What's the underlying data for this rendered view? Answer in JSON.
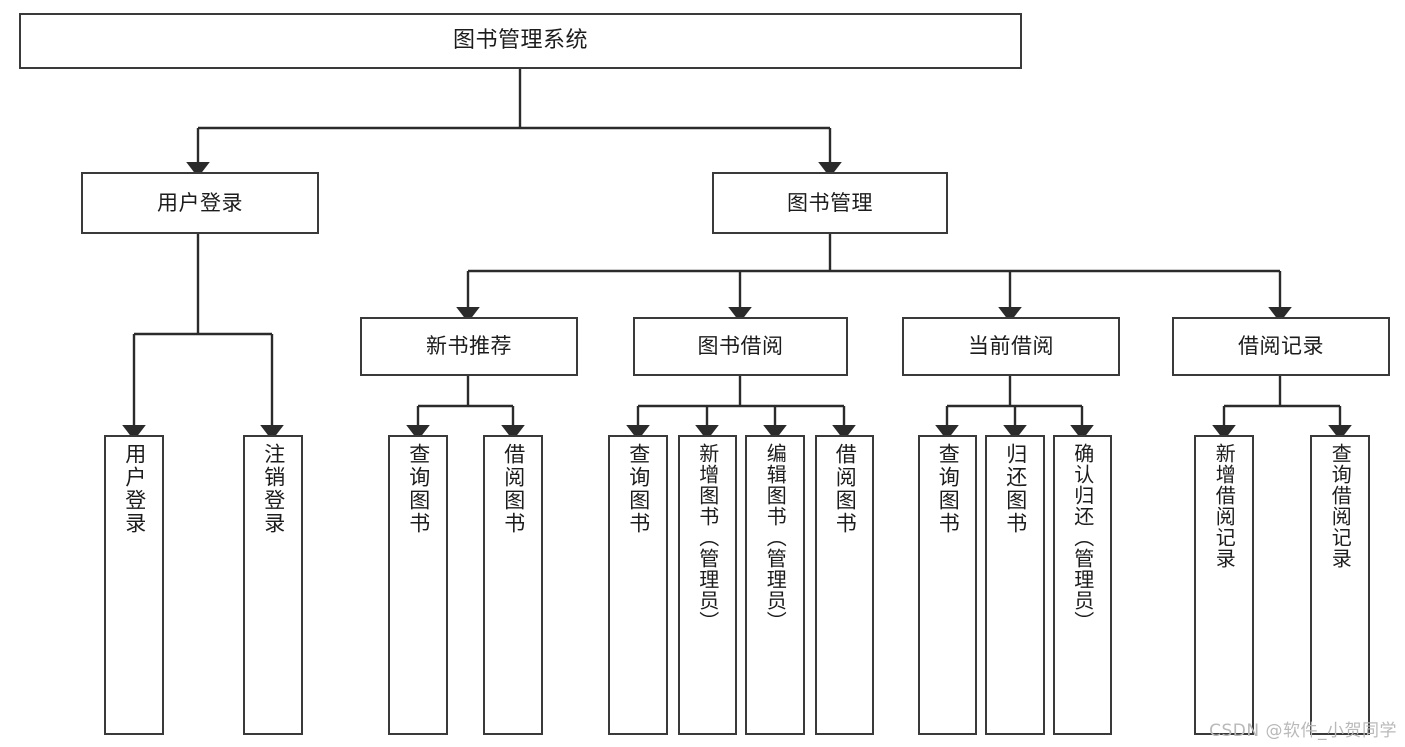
{
  "diagram": {
    "title": "图书管理系统",
    "type": "tree",
    "colors": {
      "border": "#3a3a3a",
      "background": "#ffffff",
      "text": "#1c1c1c",
      "connector": "#2b2b2b",
      "watermark": "#b9b9b9"
    },
    "nodes": {
      "root": {
        "label": "图书管理系统"
      },
      "level1": [
        {
          "label": "用户登录"
        },
        {
          "label": "图书管理"
        }
      ],
      "level2": [
        {
          "label": "新书推荐"
        },
        {
          "label": "图书借阅"
        },
        {
          "label": "当前借阅"
        },
        {
          "label": "借阅记录"
        }
      ],
      "leaves": {
        "user_login": [
          {
            "label": "用户登录"
          },
          {
            "label": "注销登录"
          }
        ],
        "new_book_recommend": [
          {
            "label": "查询图书"
          },
          {
            "label": "借阅图书"
          }
        ],
        "book_borrow": [
          {
            "label": "查询图书"
          },
          {
            "label": "新增图书（管理员）"
          },
          {
            "label": "编辑图书（管理员）"
          },
          {
            "label": "借阅图书"
          }
        ],
        "current_borrow": [
          {
            "label": "查询图书"
          },
          {
            "label": "归还图书"
          },
          {
            "label": "确认归还（管理员）"
          }
        ],
        "borrow_record": [
          {
            "label": "新增借阅记录"
          },
          {
            "label": "查询借阅记录"
          }
        ]
      }
    },
    "watermark": "CSDN @软件_小贺同学"
  }
}
